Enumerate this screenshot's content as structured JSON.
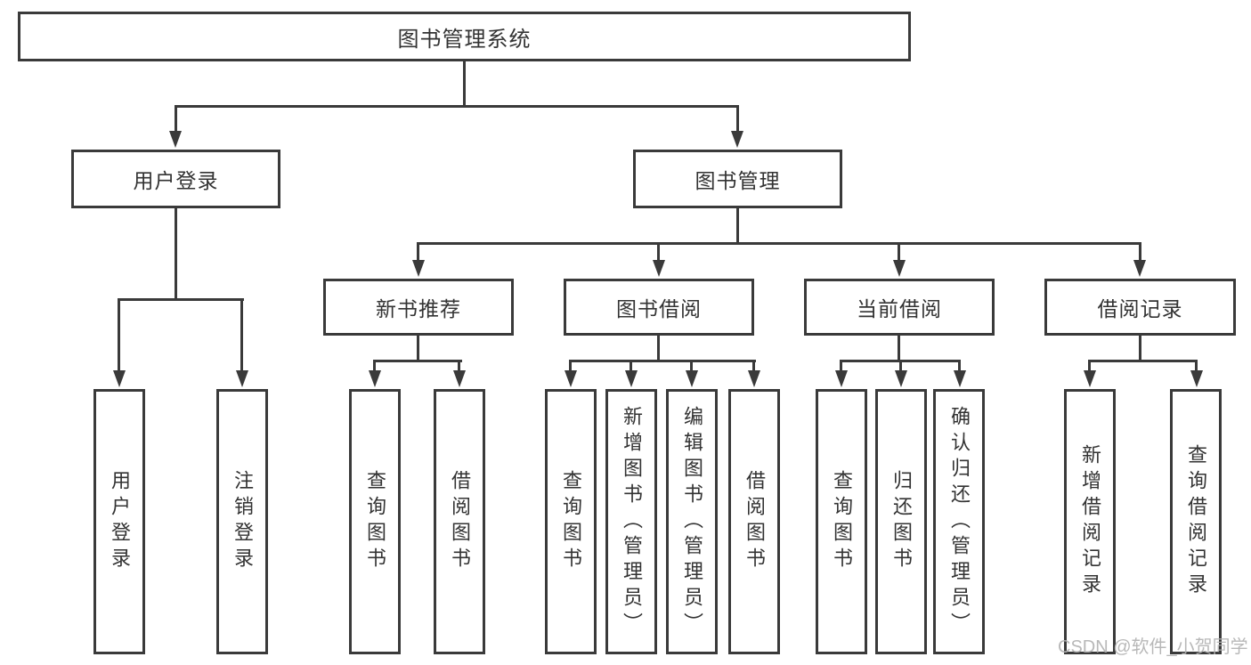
{
  "tree": {
    "root": {
      "label": "图书管理系统"
    },
    "level2": [
      {
        "label": "用户登录",
        "leaves": [
          {
            "label": "用户登录"
          },
          {
            "label": "注销登录"
          }
        ]
      },
      {
        "label": "图书管理",
        "groups": [
          {
            "label": "新书推荐",
            "leaves": [
              {
                "label": "查询图书"
              },
              {
                "label": "借阅图书"
              }
            ]
          },
          {
            "label": "图书借阅",
            "leaves": [
              {
                "label": "查询图书"
              },
              {
                "label": "新增图书（管理员）"
              },
              {
                "label": "编辑图书（管理员）"
              },
              {
                "label": "借阅图书"
              }
            ]
          },
          {
            "label": "当前借阅",
            "leaves": [
              {
                "label": "查询图书"
              },
              {
                "label": "归还图书"
              },
              {
                "label": "确认归还（管理员）"
              }
            ]
          },
          {
            "label": "借阅记录",
            "leaves": [
              {
                "label": "新增借阅记录"
              },
              {
                "label": "查询借阅记录"
              }
            ]
          }
        ]
      }
    ]
  },
  "watermark": {
    "text": "CSDN @软件_小贺同学"
  },
  "colors": {
    "line": "#3a3a3a",
    "box_border": "#3a3a3a",
    "box_background": "#ffffff",
    "text": "#333333",
    "watermark": "#b3b3b3",
    "page_background": "#ffffff"
  }
}
